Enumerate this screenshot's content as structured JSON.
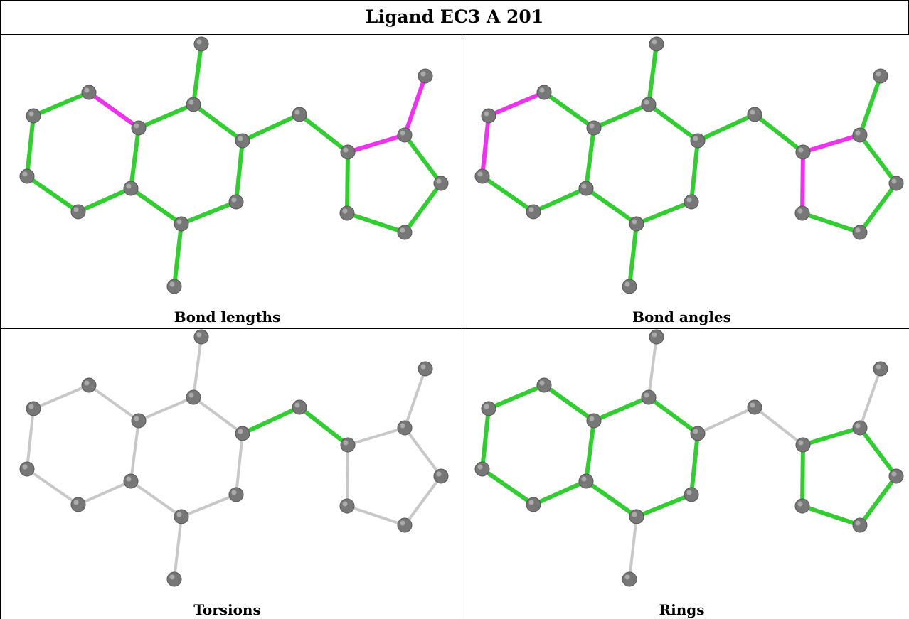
{
  "title": "Ligand EC3 A 201",
  "colors": {
    "good_bond": "#33cc33",
    "outlier_bond": "#ee33ee",
    "unchecked_bond": "#c8c8c8",
    "atom": "#777777",
    "border": "#000000"
  },
  "panels": [
    {
      "label": "Bond lengths",
      "bond_status": [
        "ok",
        "ok",
        "outlier",
        "ok",
        "ok",
        "ok",
        "ok",
        "ok",
        "ok",
        "ok",
        "ok",
        "ok",
        "ok",
        "ok",
        "outlier",
        "ok",
        "ok",
        "ok",
        "ok",
        "ok",
        "outlier"
      ]
    },
    {
      "label": "Bond angles",
      "bond_status": [
        "outlier",
        "outlier",
        "ok",
        "ok",
        "ok",
        "ok",
        "ok",
        "ok",
        "ok",
        "ok",
        "ok",
        "ok",
        "ok",
        "outlier",
        "outlier",
        "ok",
        "ok",
        "ok",
        "ok",
        "ok",
        "ok"
      ]
    },
    {
      "label": "Torsions",
      "bond_status": [
        "unchecked",
        "unchecked",
        "unchecked",
        "unchecked",
        "unchecked",
        "unchecked",
        "unchecked",
        "unchecked",
        "unchecked",
        "unchecked",
        "unchecked",
        "ok",
        "ok",
        "unchecked",
        "unchecked",
        "unchecked",
        "unchecked",
        "unchecked",
        "unchecked",
        "unchecked",
        "unchecked"
      ]
    },
    {
      "label": "Rings",
      "bond_status": [
        "ok",
        "ok",
        "ok",
        "ok",
        "ok",
        "ok",
        "ok",
        "ok",
        "ok",
        "ok",
        "ok",
        "unchecked",
        "unchecked",
        "ok",
        "ok",
        "ok",
        "ok",
        "ok",
        "unchecked",
        "unchecked",
        "unchecked"
      ]
    }
  ]
}
